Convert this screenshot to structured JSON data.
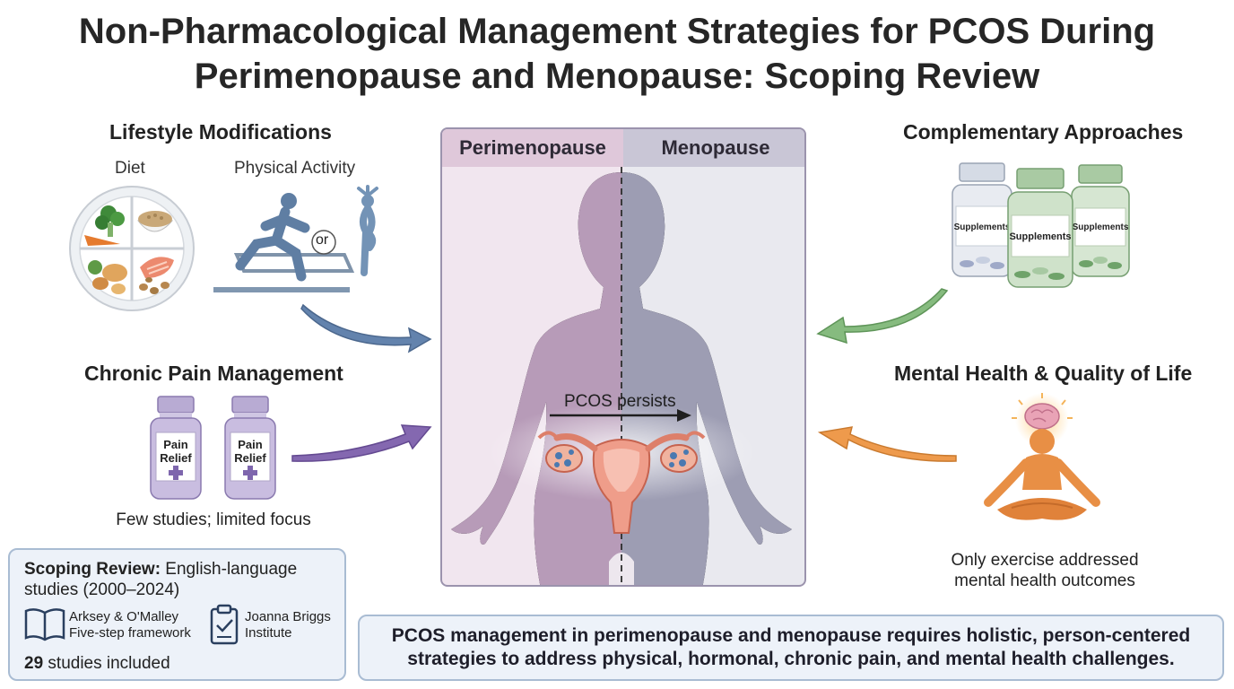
{
  "title": {
    "line1": "Non-Pharmacological Management Strategies for PCOS During",
    "line2": "Perimenopause and Menopause: Scoping Review"
  },
  "lifestyle": {
    "heading": "Lifestyle Modifications",
    "diet_label": "Diet",
    "activity_label": "Physical Activity",
    "or_label": "or"
  },
  "pain": {
    "heading": "Chronic Pain Management",
    "bottle_label_line1": "Pain",
    "bottle_label_line2": "Relief",
    "note": "Few studies; limited focus"
  },
  "complementary": {
    "heading": "Complementary Approaches",
    "bottle_label": "Supplements"
  },
  "mental": {
    "heading": "Mental Health & Quality of Life",
    "note_line1": "Only exercise addressed",
    "note_line2": "mental health outcomes"
  },
  "center": {
    "left_label": "Perimenopause",
    "right_label": "Menopause",
    "persists_label": "PCOS persists"
  },
  "review": {
    "title_bold": "Scoping Review:",
    "title_rest": " English-language",
    "title_line2": "studies (2000–2024)",
    "framework_line1": "Arksey & O'Malley",
    "framework_line2": "Five-step framework",
    "institute_line1": "Joanna Briggs",
    "institute_line2": "Institute",
    "studies_count": "29",
    "studies_label": " studies included"
  },
  "conclusion": {
    "line1": "PCOS management in perimenopause and menopause requires holistic, person-centered",
    "line2": "strategies to address physical, hormonal, chronic pain, and mental health challenges."
  },
  "colors": {
    "lifestyle_arrow": "#5b7da8",
    "pain_arrow": "#7a62a8",
    "complementary_arrow": "#7ab07a",
    "mental_arrow": "#e39045",
    "peri_silhouette": "#b79bb8",
    "meno_silhouette": "#9d9db3"
  }
}
